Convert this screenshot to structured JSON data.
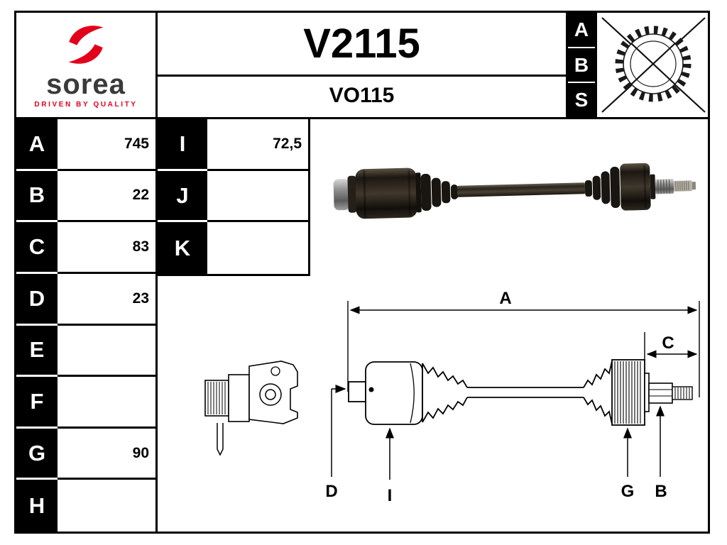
{
  "brand": {
    "name": "sorea",
    "tagline": "DRIVEN BY QUALITY",
    "brand_color": "#e2001a",
    "text_color": "#3a3a3a"
  },
  "header": {
    "part_number": "V2115",
    "reference": "VO115"
  },
  "abs": {
    "letters": [
      "A",
      "B",
      "S"
    ],
    "crossed_out": true
  },
  "dimensions_left": [
    {
      "label": "A",
      "value": "745"
    },
    {
      "label": "B",
      "value": "22"
    },
    {
      "label": "C",
      "value": "83"
    },
    {
      "label": "D",
      "value": "23"
    },
    {
      "label": "E",
      "value": ""
    },
    {
      "label": "F",
      "value": ""
    },
    {
      "label": "G",
      "value": "90"
    },
    {
      "label": "H",
      "value": ""
    }
  ],
  "dimensions_mid": [
    {
      "label": "I",
      "value": "72,5"
    },
    {
      "label": "J",
      "value": ""
    },
    {
      "label": "K",
      "value": ""
    }
  ],
  "diagram_labels": {
    "A": "A",
    "C": "C",
    "D": "D",
    "I": "I",
    "G": "G",
    "B": "B"
  }
}
